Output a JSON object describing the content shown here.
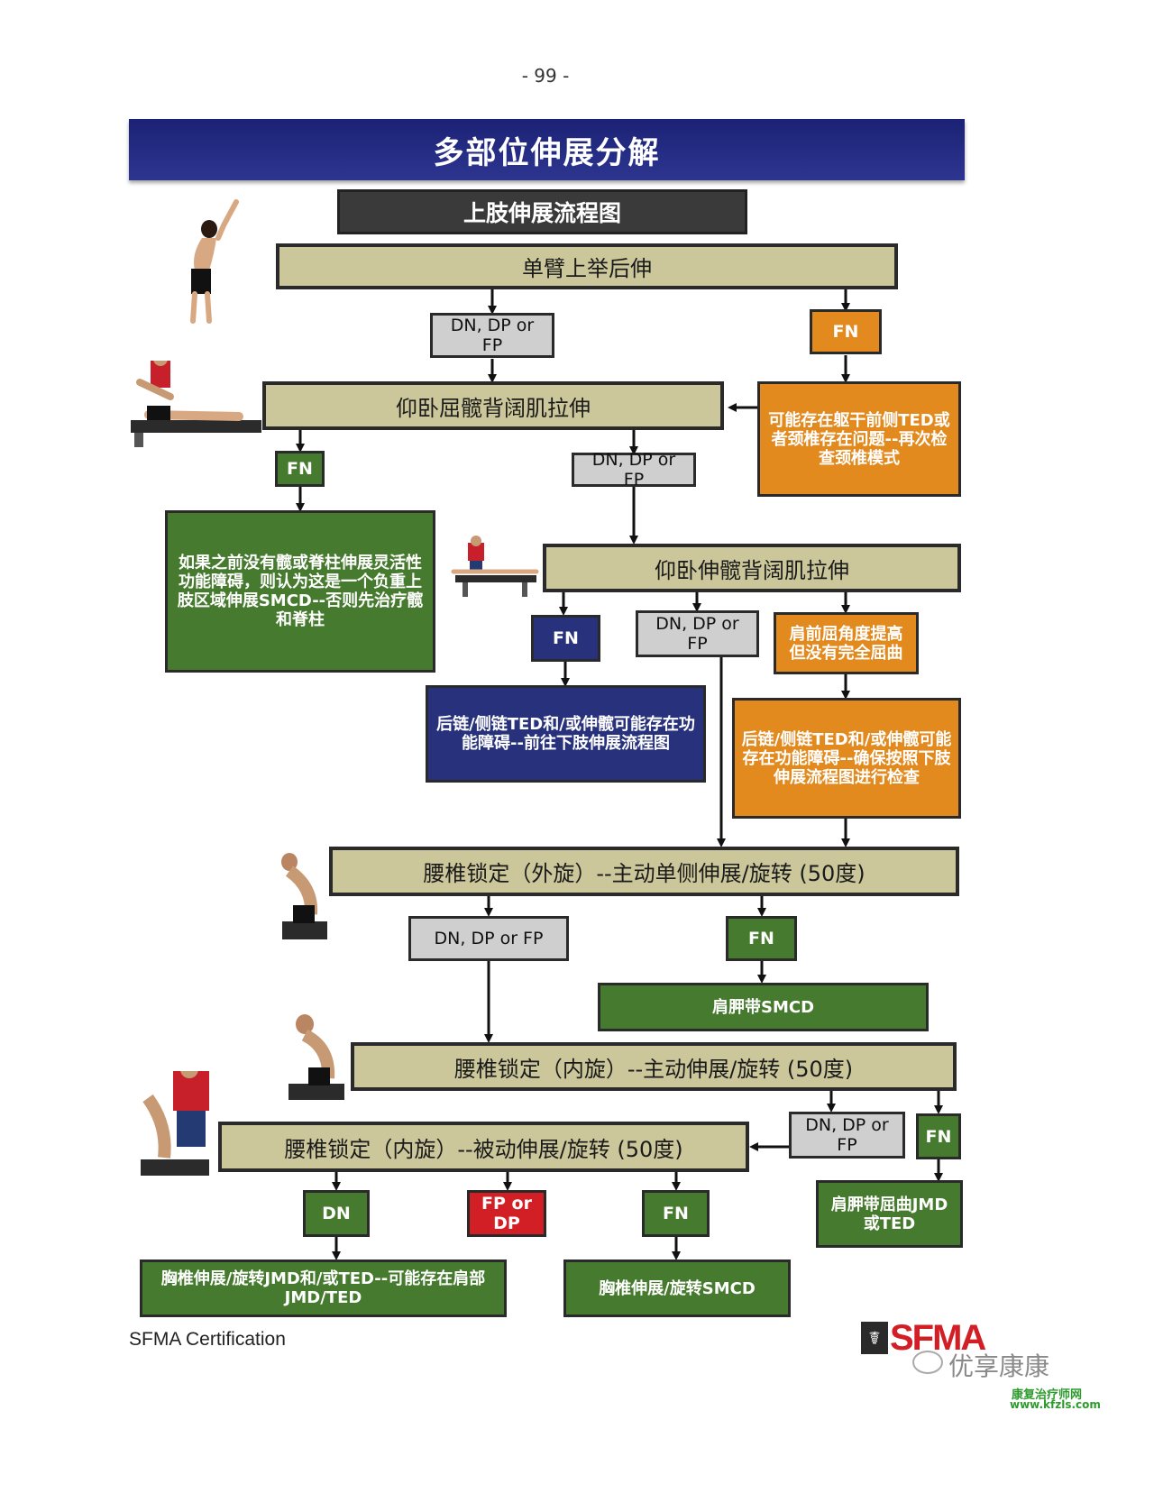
{
  "page_number": "- 99 -",
  "banner_title": "多部位伸展分解",
  "section_title": "上肢伸展流程图",
  "test_single_arm": "单臂上举后伸",
  "res_dn_dp_fp": "DN, DP or FP",
  "res_fn": "FN",
  "res_dn": "DN",
  "res_fp_or_dp": "FP or DP",
  "note_trunk_cervical": "可能存在躯干前侧TED或者颈椎存在问题--再次检查颈椎模式",
  "test_supine_flexed": "仰卧屈髋背阔肌拉伸",
  "note_upper_body_smcd": "如果之前没有髋或脊柱伸展灵活性功能障碍，则认为这是一个负重上肢区域伸展SMCD--否则先治疗髋和脊柱",
  "test_supine_extended": "仰卧伸髋背阔肌拉伸",
  "note_shoulder_flexion": "肩前屈角度提高但没有完全屈曲",
  "note_posterior_chain_blue": "后链/侧链TED和/或伸髋可能存在功能障碍--前往下肢伸展流程图",
  "note_posterior_chain_orange": "后链/侧链TED和/或伸髋可能存在功能障碍--确保按照下肢伸展流程图进行检查",
  "test_lumbar_er": "腰椎锁定（外旋）--主动单侧伸展/旋转 (50度)",
  "note_scapular_smcd": "肩胛带SMCD",
  "test_lumbar_ir_active": "腰椎锁定（内旋）--主动伸展/旋转 (50度)",
  "test_lumbar_ir_passive": "腰椎锁定（内旋）--被动伸展/旋转 (50度)",
  "note_scapular_flexion_jmd": "肩胛带屈曲JMD或TED",
  "note_thoracic_jmd": "胸椎伸展/旋转JMD和/或TED--可能存在肩部JMD/TED",
  "note_thoracic_smcd": "胸椎伸展/旋转SMCD",
  "footer_certification": "SFMA Certification",
  "logo_text": "SFMA",
  "watermark_text": "优享康康",
  "watermark_site_cn": "康复治疗师网",
  "watermark_site_url": "www.kfzls.com",
  "colors": {
    "banner": "#252a7a",
    "khaki": "#cbc79a",
    "grey": "#cfcfcf",
    "green": "#467a2e",
    "orange": "#e38a1f",
    "blue": "#27317c",
    "red": "#d21f26",
    "logo_red": "#d21f26"
  }
}
